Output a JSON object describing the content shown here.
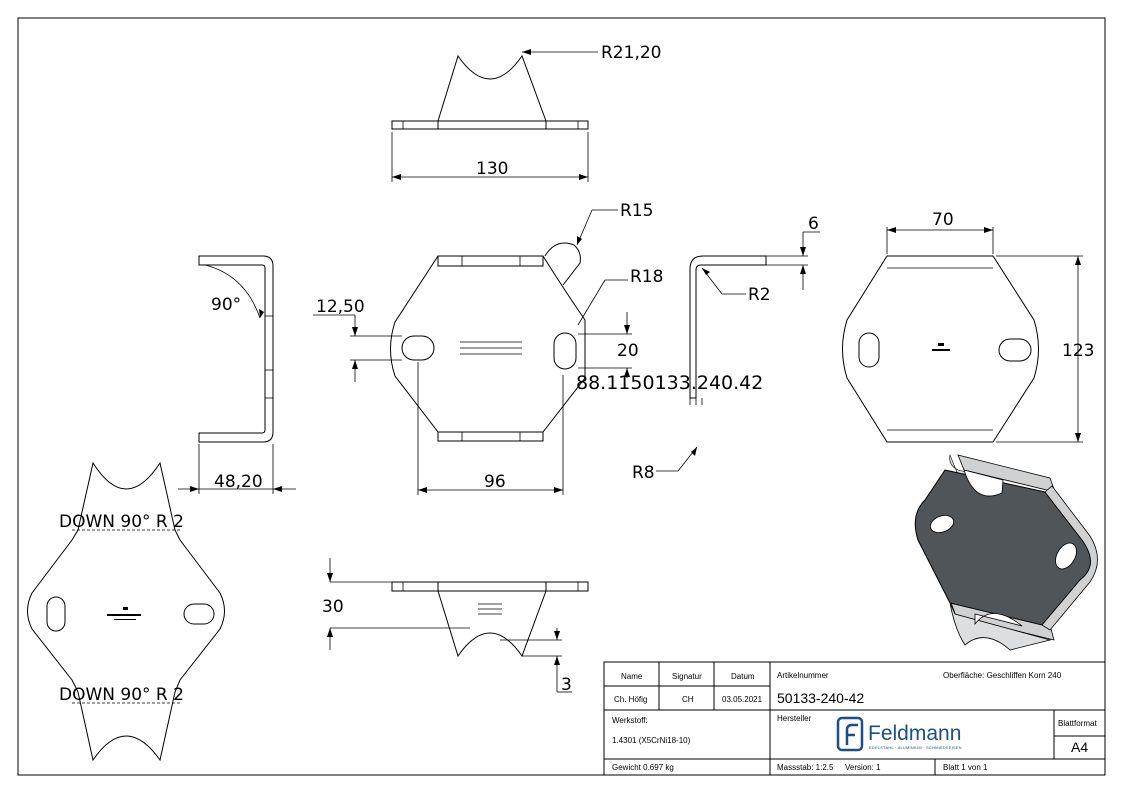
{
  "dimensions": {
    "r21": "R21,20",
    "w130": "130",
    "r15": "R15",
    "r18": "R18",
    "d6": "6",
    "w70": "70",
    "a90": "90°",
    "d1250": "12,50",
    "d20": "20",
    "r2": "R2",
    "h123": "123",
    "part_code": "88.1150133.240.42",
    "r8": "R8",
    "d4820": "48,20",
    "w96": "96",
    "d30": "30",
    "d3": "3"
  },
  "bend_notes": {
    "top": "DOWN  90°  R 2",
    "bottom": "DOWN  90°  R 2"
  },
  "title_block": {
    "name_label": "Name",
    "signatur_label": "Signatur",
    "datum_label": "Datum",
    "name_value": "Ch. Höfig",
    "signatur_value": "CH",
    "datum_value": "03.05.2021",
    "artikel_label": "Artikelnummer",
    "artikel_value": "50133-240-42",
    "oberflaeche": "Oberfläche:  Geschliffen Korn 240",
    "werkstoff_label": "Werkstoff:",
    "werkstoff_value": "1.4301 (X5CrNi18-10)",
    "hersteller_label": "Hersteller",
    "blattformat_label": "Blattformat",
    "blattformat_value": "A4",
    "gewicht": "Gewicht 0.697 kg",
    "massstab": "Massstab: 1:2.5",
    "version": "Version: 1",
    "blatt": "Blatt 1 von 1"
  },
  "brand": {
    "name": "Feldmann",
    "tagline": "EDELSTAHL · ALUMINIUM · SCHMIEDEEISEN",
    "color": "#1a4f8c"
  },
  "colors": {
    "render_dark": "#505559",
    "render_light": "#cfd1d3"
  }
}
